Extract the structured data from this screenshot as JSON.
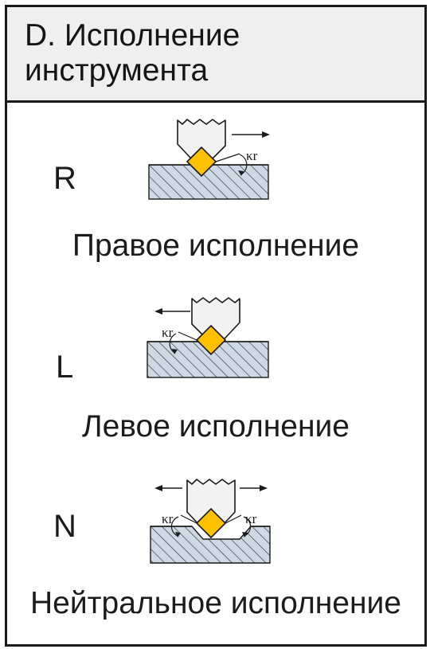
{
  "header": {
    "title": "D. Исполнение инструмента"
  },
  "variants": [
    {
      "code": "R",
      "caption": "Правое исполнение",
      "angle_label": "κr"
    },
    {
      "code": "L",
      "caption": "Левое исполнение",
      "angle_label": "κr"
    },
    {
      "code": "N",
      "caption": "Нейтральное исполнение",
      "angle_label": "κr"
    }
  ],
  "colors": {
    "insert": "#ffc000",
    "shank": "#f2f2f2",
    "workpiece": "#cfd9e3",
    "border": "#1a1a1a",
    "header_bg": "#efefef"
  }
}
